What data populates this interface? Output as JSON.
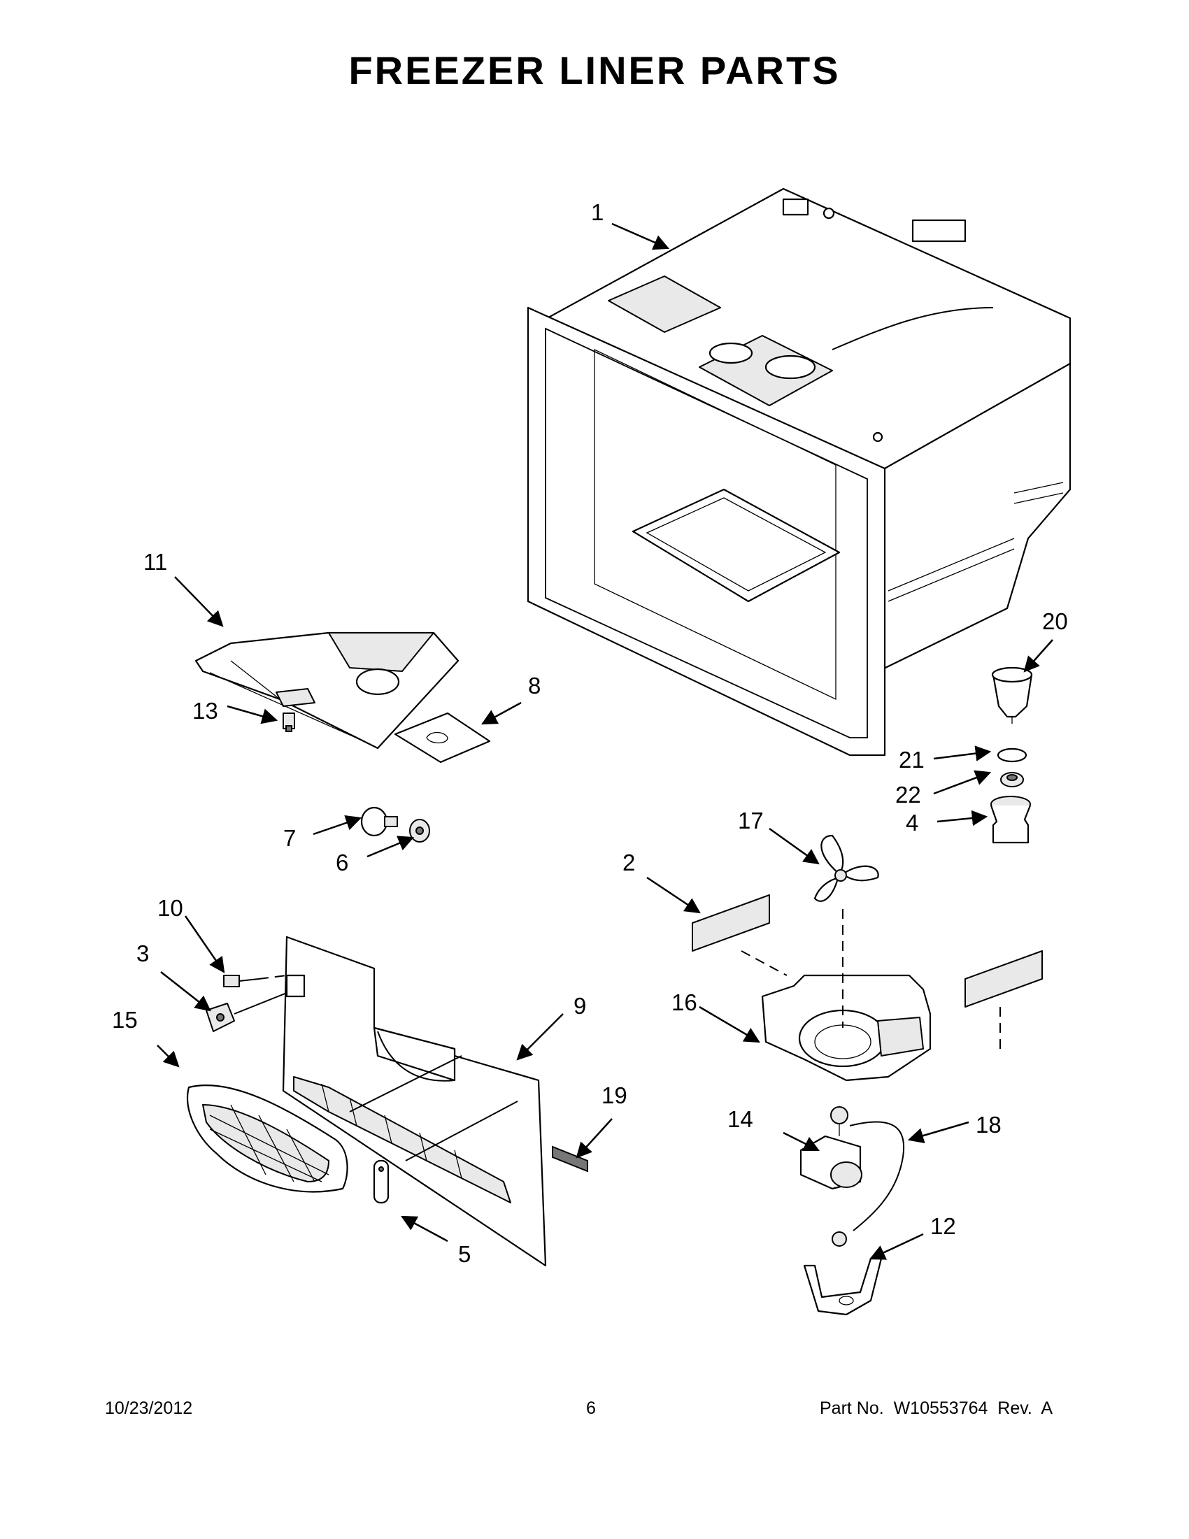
{
  "title": "FREEZER LINER PARTS",
  "footer": {
    "date": "10/23/2012",
    "page": "6",
    "part_number": "Part No.  W10553764  Rev.  A"
  },
  "callouts": [
    {
      "id": "1"
    },
    {
      "id": "2"
    },
    {
      "id": "3"
    },
    {
      "id": "4"
    },
    {
      "id": "5"
    },
    {
      "id": "6"
    },
    {
      "id": "7"
    },
    {
      "id": "8"
    },
    {
      "id": "9"
    },
    {
      "id": "10"
    },
    {
      "id": "11"
    },
    {
      "id": "12"
    },
    {
      "id": "13"
    },
    {
      "id": "14"
    },
    {
      "id": "15"
    },
    {
      "id": "16"
    },
    {
      "id": "17"
    },
    {
      "id": "18"
    },
    {
      "id": "19"
    },
    {
      "id": "20"
    },
    {
      "id": "21"
    },
    {
      "id": "22"
    }
  ]
}
